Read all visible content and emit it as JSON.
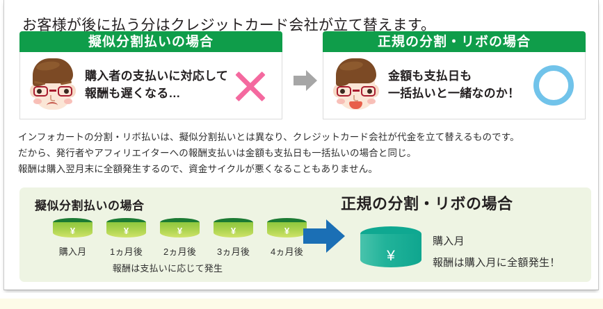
{
  "headline": "お客様が後に払う分はクレジットカード会社が立て替えます。",
  "comparison": {
    "left": {
      "header": "擬似分割払いの場合",
      "face": "sad-face-with-glasses",
      "line1": "購入者の支払いに対応して",
      "line2": "報酬も遅くなる…",
      "mark": "x-mark",
      "mark_color": "#f4699f"
    },
    "arrow": "right-arrow",
    "arrow_color": "#a6a6a6",
    "right": {
      "header": "正規の分割・リボの場合",
      "face": "happy-face-with-glasses",
      "line1": "金額も支払日も",
      "line2": "一括払いと一緒なのか！",
      "mark": "o-mark",
      "mark_color": "#71c3ea"
    },
    "header_color": "#0f9d4a"
  },
  "paragraph": {
    "line1": "インフォカートの分割・リボ払いは、擬似分割払いとは異なり、クレジットカード会社が代金を立て替えるものです。",
    "line2": "だから、発行者やアフィリエイターへの報酬支払いは金額も支払日も一括払いの場合と同じ。",
    "line3": "報酬は購入翌月末に全額発生するので、資金サイクルが悪くなることもありません。"
  },
  "diagram": {
    "background": "#eef4e3",
    "left": {
      "title": "擬似分割払いの場合",
      "cylinders": [
        {
          "currency": "¥",
          "label": "購入月"
        },
        {
          "currency": "¥",
          "label": "1ヵ月後"
        },
        {
          "currency": "¥",
          "label": "2ヵ月後"
        },
        {
          "currency": "¥",
          "label": "3ヵ月後"
        },
        {
          "currency": "¥",
          "label": "4ヵ月後"
        }
      ],
      "caption": "報酬は支払いに応じて発生",
      "cylinder_top_color": "#1c7a33",
      "cylinder_body_color": "#a9d24d"
    },
    "arrow": "right-arrow",
    "arrow_color": "#1b6fb5",
    "right": {
      "title": "正規の分割・リボの場合",
      "cylinder": {
        "currency": "¥"
      },
      "label_1": "購入月",
      "label_2": "報酬は購入月に全額発生！",
      "cylinder_top_color": "#0fa891",
      "cylinder_body_color": "#22b39a"
    }
  }
}
